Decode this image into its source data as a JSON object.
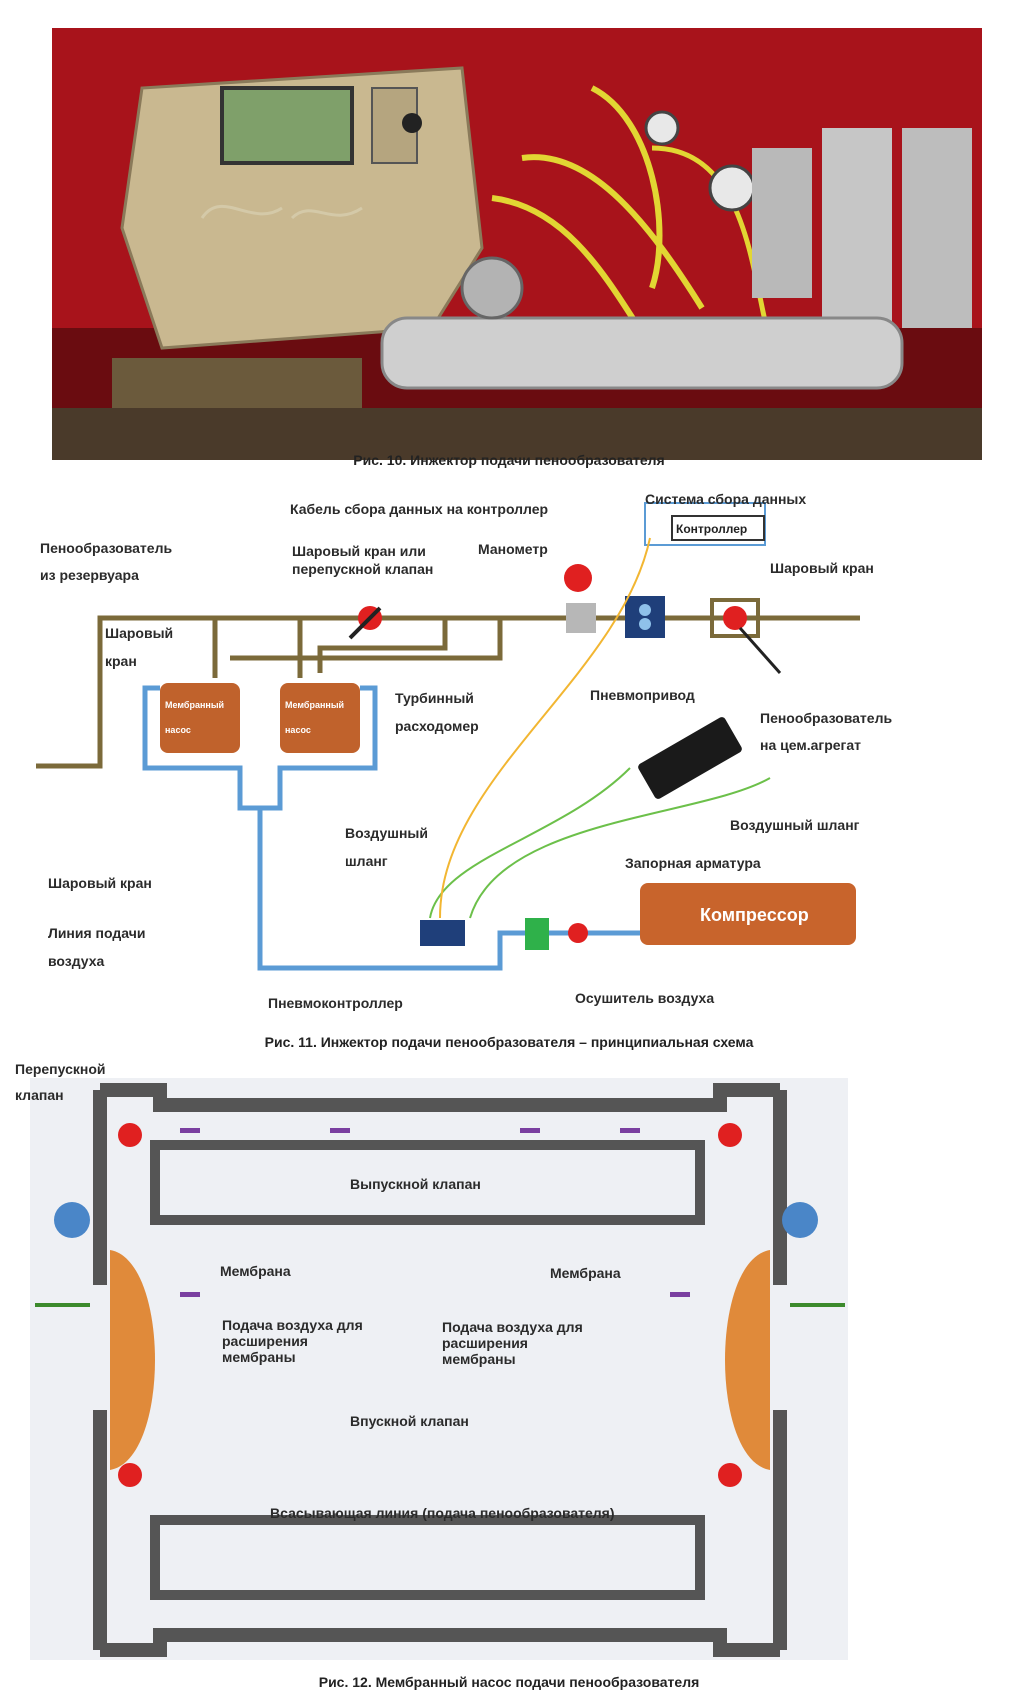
{
  "fig10": {
    "caption": "Рис. 10. Инжектор подачи пенообразователя"
  },
  "fig11": {
    "caption": "Рис. 11. Инжектор подачи пенообразователя – принципиальная схема",
    "labels": {
      "foam_source_1": "Пенообразователь",
      "foam_source_2": "из резервуара",
      "ball_valve_1a": "Шаровый",
      "ball_valve_1b": "кран",
      "ball_or_bypass_1": "Шаровый кран или",
      "ball_or_bypass_2": "перепускной клапан",
      "data_cable": "Кабель сбора данных на контроллер",
      "manometer": "Манометр",
      "data_system": "Система сбора данных",
      "controller": "Контроллер",
      "ball_valve_right": "Шаровый кран",
      "diaphragm_pump_1": "Мембранный",
      "diaphragm_pump_2": "насос",
      "turbine_1": "Турбинный",
      "turbine_2": "расходомер",
      "pneumatic_drive": "Пневмопривод",
      "foam_to_unit_1": "Пенообразователь",
      "foam_to_unit_2": "на цем.агрегат",
      "air_hose_left_1": "Воздушный",
      "air_hose_left_2": "шланг",
      "air_hose_right": "Воздушный шланг",
      "shutoff": "Запорная арматура",
      "compressor": "Компрессор",
      "ball_valve_bottom": "Шаровый кран",
      "air_line_1": "Линия подачи",
      "air_line_2": "воздуха",
      "pneumo_controller": "Пневмоконтроллер",
      "air_dryer": "Осушитель воздуха"
    }
  },
  "fig12": {
    "caption": "Рис. 12. Мембранный насос подачи пенообразователя",
    "labels": {
      "bypass_1": "Перепускной",
      "bypass_2": "клапан",
      "outlet_valve": "Выпускной клапан",
      "membrane_left": "Мембрана",
      "membrane_right": "Мембрана",
      "air_supply_left_1": "Подача воздуха для",
      "air_supply_left_2": "расширения",
      "air_supply_left_3": "мембраны",
      "air_supply_right_1": "Подача воздуха для",
      "air_supply_right_2": "расширения",
      "air_supply_right_3": "мембраны",
      "inlet_valve": "Впускной клапан",
      "suction_line": "Всасывающая линия (подача пенообразователя)"
    }
  },
  "colors": {
    "pipe": "#7b6a3a",
    "air": "#5b9bd5",
    "pump": "#c0622c",
    "red_valve": "#e02020",
    "compressor": "#c8642c",
    "arrow": "#f2b632",
    "violet": "#7a3fa0"
  }
}
